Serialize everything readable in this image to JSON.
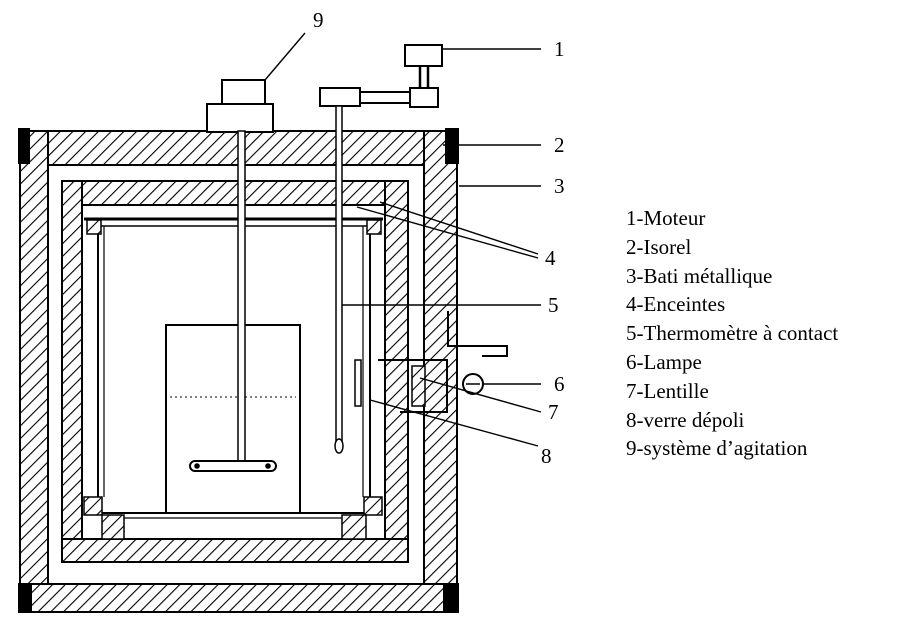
{
  "callouts": [
    "1",
    "2",
    "3",
    "4",
    "5",
    "6",
    "7",
    "8",
    "9"
  ],
  "legend": [
    "1-Moteur",
    "2-Isorel",
    "3-Bati métallique",
    "4-Enceintes",
    "5-Thermomètre à contact",
    "6-Lampe",
    "7-Lentille",
    "8-verre dépoli",
    "9-système d’agitation"
  ],
  "colors": {
    "ink": "#000000",
    "paper": "#ffffff"
  }
}
